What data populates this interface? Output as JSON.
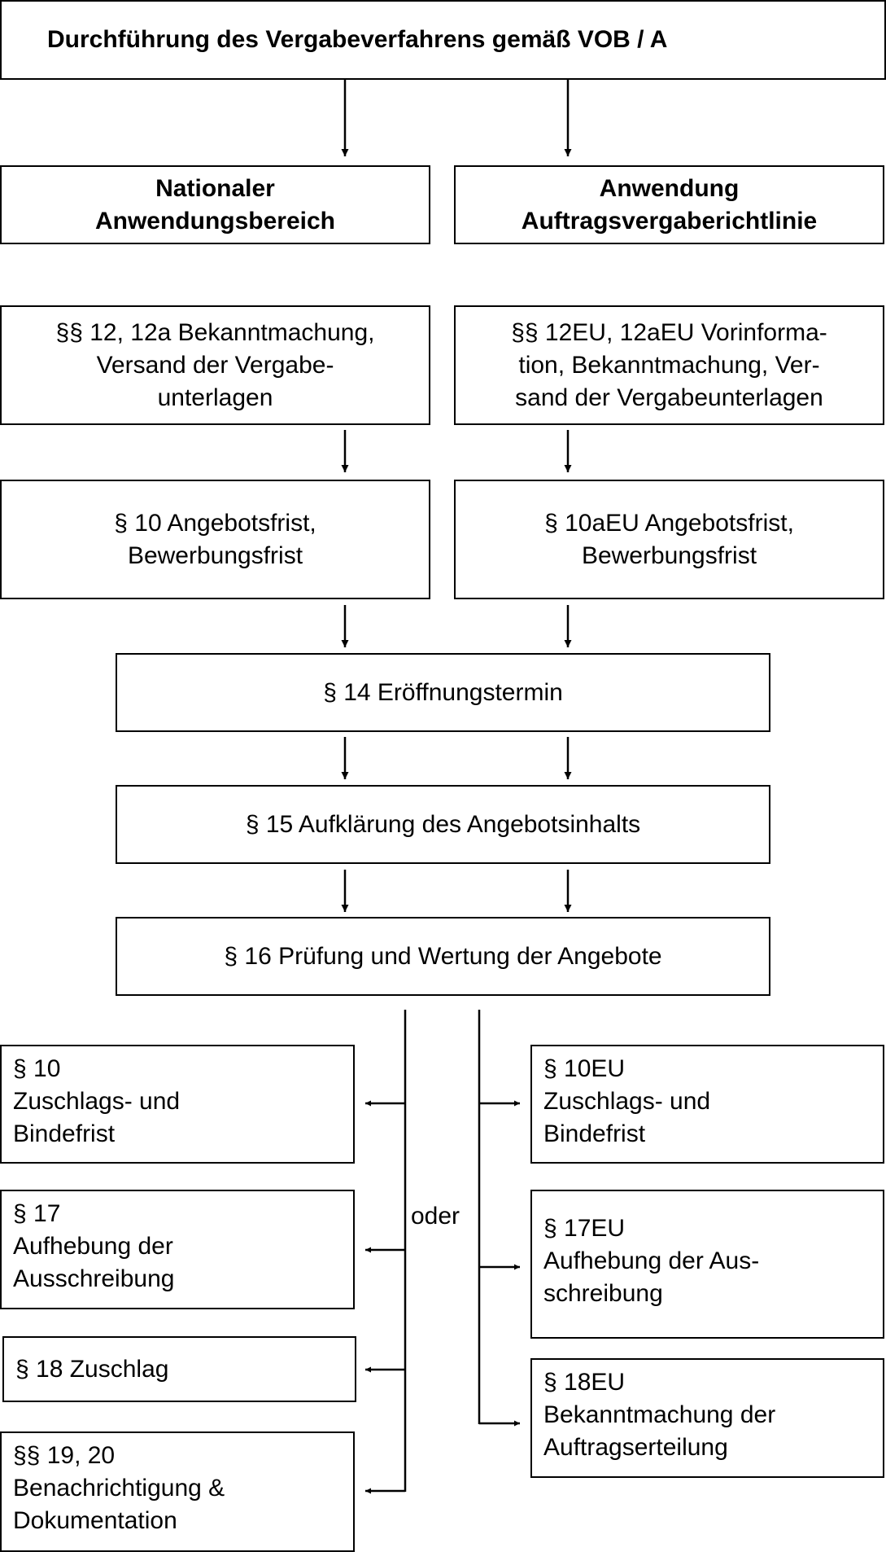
{
  "title": "Durchführung des Vergabeverfahrens gemäß VOB / A",
  "columns": {
    "national": {
      "heading": [
        "Nationaler",
        "Anwendungsbereich"
      ]
    },
    "eu": {
      "heading": [
        "Anwendung",
        "Auftragsvergaberichtlinie"
      ]
    }
  },
  "steps": {
    "national_publication": [
      "§§ 12, 12a Bekanntmachung,",
      "Versand der Vergabe-",
      "unterlagen"
    ],
    "eu_publication": [
      "§§ 12EU, 12aEU Vorinforma-",
      "tion, Bekanntmachung, Ver-",
      "sand der Vergabeunterlagen"
    ],
    "national_deadline": [
      "§ 10 Angebotsfrist,",
      "Bewerbungsfrist"
    ],
    "eu_deadline": [
      "§ 10aEU Angebotsfrist,",
      "Bewerbungsfrist"
    ],
    "opening": "§ 14 Eröffnungstermin",
    "clarification": "§ 15 Aufklärung des Angebotsinhalts",
    "evaluation": "§ 16 Prüfung und Wertung der Angebote"
  },
  "outcomes": {
    "or_label": "oder",
    "national": [
      [
        "§ 10",
        "Zuschlags- und",
        "Bindefrist"
      ],
      [
        "§ 17",
        "Aufhebung der",
        "Ausschreibung"
      ],
      [
        "§ 18 Zuschlag"
      ],
      [
        "§§ 19, 20",
        "Benachrichtigung &",
        "Dokumentation"
      ]
    ],
    "eu": [
      [
        "§ 10EU",
        "Zuschlags- und",
        "Bindefrist"
      ],
      [
        "§ 17EU",
        "Aufhebung der Aus-",
        "schreibung"
      ],
      [
        "§ 18EU",
        "Bekanntmachung der",
        "Auftragserteilung"
      ]
    ]
  }
}
